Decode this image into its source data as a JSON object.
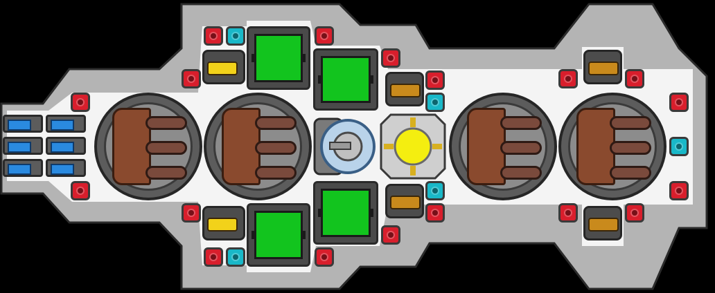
{
  "scene": {
    "title": "",
    "colors": {
      "space": "#000000",
      "hull_outer": "#b4b4b4",
      "hull_inner": "#f4f4f4",
      "alert_console": "#d81e2c",
      "system_console": "#19b8c8",
      "cargo_green": "#12c41e",
      "core_yellow": "#f4ee10",
      "engine_copper": "#8a4a2e",
      "turret_orange": "#c98a1c"
    }
  },
  "ship": {
    "modules": [
      {
        "name": "engine",
        "count": 4,
        "icon": "engine-icon"
      },
      {
        "name": "cargo-bay",
        "count": 4,
        "icon": "cargo-icon"
      },
      {
        "name": "reactor-core",
        "count": 1,
        "icon": "reactor-icon"
      },
      {
        "name": "shield-generator",
        "count": 1,
        "icon": "shield-icon"
      },
      {
        "name": "laser-turret",
        "count": 2,
        "icon": "laser-icon"
      },
      {
        "name": "cannon-turret",
        "count": 4,
        "icon": "cannon-icon"
      },
      {
        "name": "thruster-drive",
        "count": 6,
        "icon": "thruster-icon"
      }
    ]
  }
}
